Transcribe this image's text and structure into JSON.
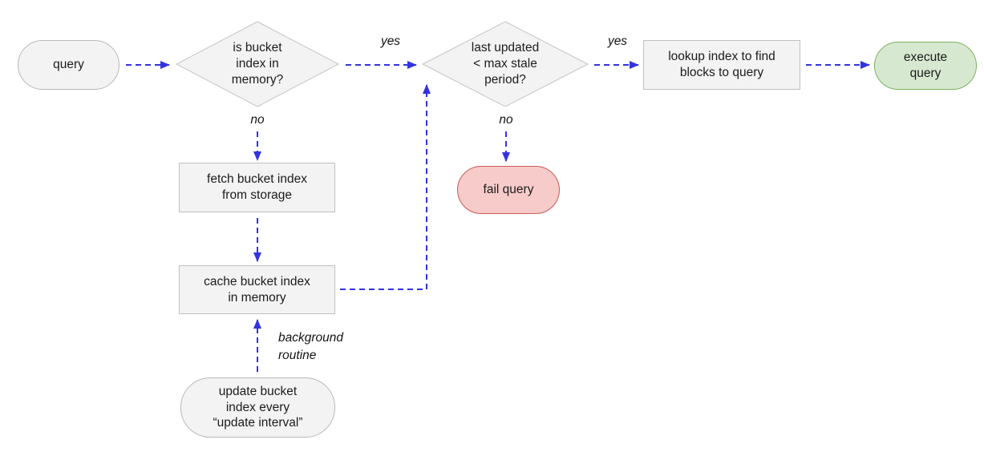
{
  "canvas": {
    "background": "#ffffff"
  },
  "colors": {
    "arrow": "#3333e0",
    "node_fill": "#f3f3f3",
    "node_border": "#bdbdbd",
    "success_fill": "#d7e8d0",
    "success_border": "#7cb260",
    "fail_fill": "#f6cbc9",
    "fail_border": "#cb5a55",
    "text": "#1c1c1c"
  },
  "nodes": {
    "query": {
      "shape": "stadium",
      "label": [
        "query"
      ]
    },
    "is_bucket_index_in_memory": {
      "shape": "decision",
      "label": [
        "is bucket",
        "index in",
        "memory?"
      ]
    },
    "last_updated_max_stale": {
      "shape": "decision",
      "label": [
        "last updated",
        "< max stale",
        "period?"
      ]
    },
    "lookup_index": {
      "shape": "process",
      "label": [
        "lookup index to find",
        "blocks to query"
      ]
    },
    "execute_query": {
      "shape": "stadium-success",
      "label": [
        "execute",
        "query"
      ]
    },
    "fetch_bucket_index": {
      "shape": "process",
      "label": [
        "fetch bucket index",
        "from storage"
      ]
    },
    "cache_bucket_index": {
      "shape": "process",
      "label": [
        "cache bucket index",
        "in memory"
      ]
    },
    "fail_query": {
      "shape": "stadium-fail",
      "label": [
        "fail query"
      ]
    },
    "update_bucket_index": {
      "shape": "stadium",
      "label": [
        "update bucket",
        "index every",
        "“update interval”"
      ]
    }
  },
  "edge_labels": {
    "yes_memory": "yes",
    "no_memory": "no",
    "yes_stale": "yes",
    "no_stale": "no",
    "background_routine": [
      "background",
      "routine"
    ]
  }
}
